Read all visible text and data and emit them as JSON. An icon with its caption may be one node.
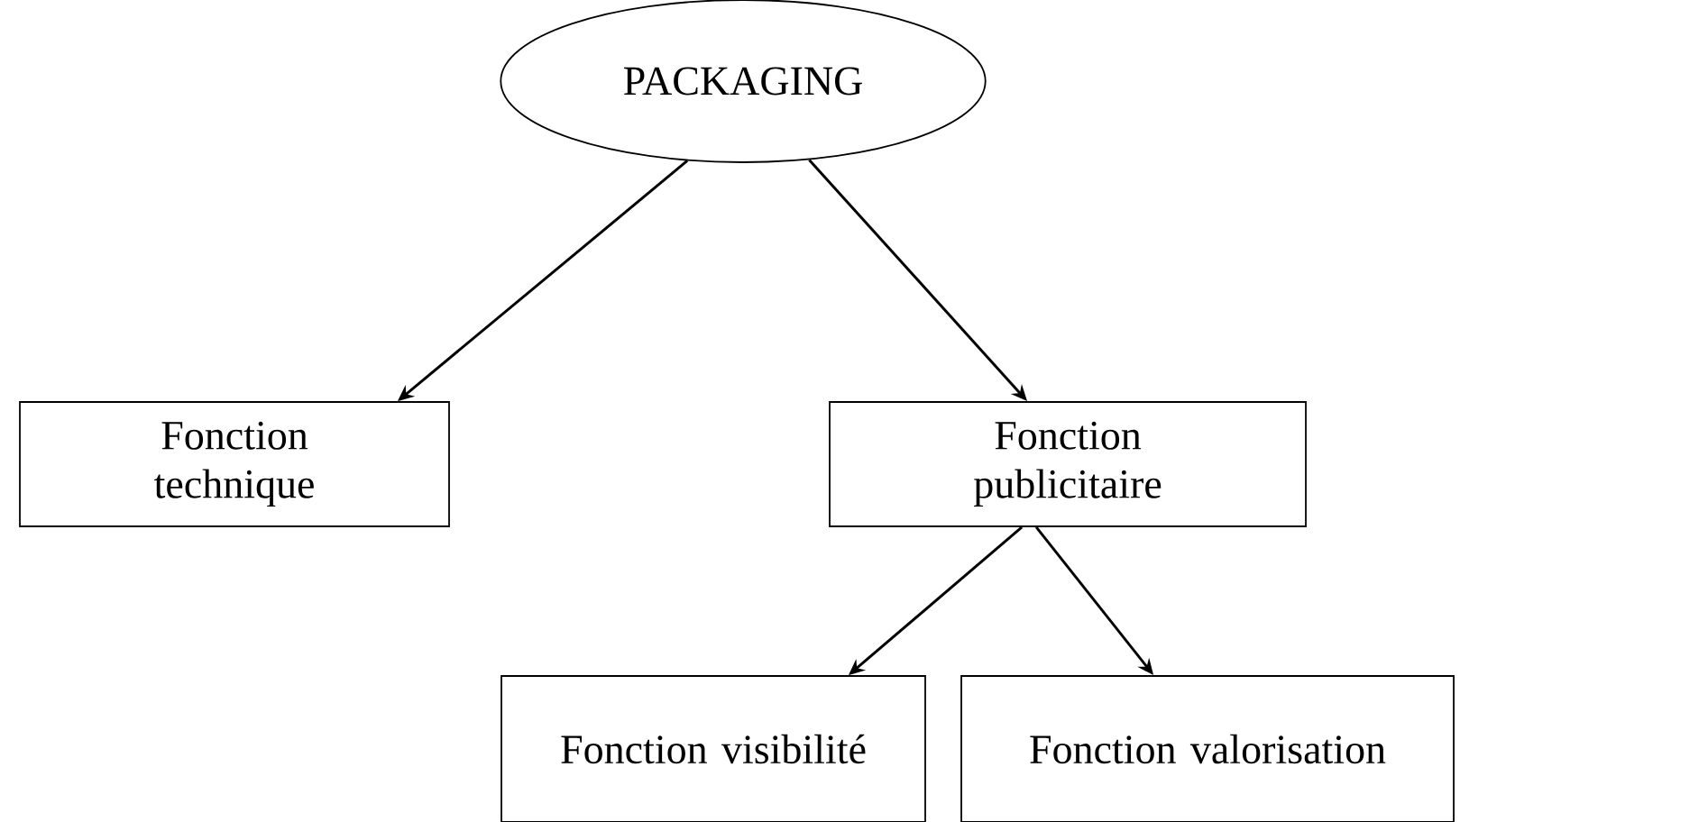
{
  "diagram": {
    "nodes": [
      {
        "text": [
          "PACKAGING"
        ]
      },
      {
        "text": [
          "Fonction technique"
        ]
      },
      {
        "text": [
          "Fonction publicitaire"
        ]
      },
      {
        "text": [
          "Fonction visibilité"
        ]
      },
      {
        "text": [
          "Fonction valorisation"
        ]
      }
    ],
    "edges": [
      {
        "from": 0,
        "to": 1,
        "arrow": "to"
      },
      {
        "from": 0,
        "to": 2,
        "arrow": "to"
      },
      {
        "from": 2,
        "to": 3,
        "arrow": "to"
      },
      {
        "from": 2,
        "to": 4,
        "arrow": "to"
      }
    ]
  }
}
